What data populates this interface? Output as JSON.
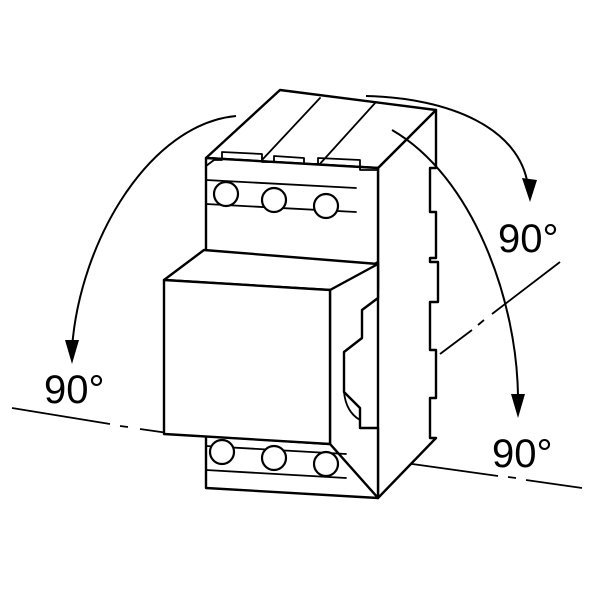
{
  "diagram": {
    "labels": {
      "left_angle": "90°",
      "right_upper_angle": "90°",
      "right_lower_angle": "90°"
    },
    "colors": {
      "stroke": "#000000",
      "background": "#ffffff"
    }
  }
}
